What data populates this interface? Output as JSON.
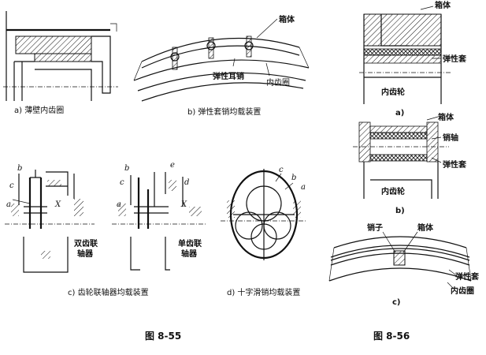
{
  "fig855": {
    "caption_a": "a)  薄壁内齿圈",
    "caption_b": "b) 弹性套销均载装置",
    "caption_c": "c)  齿轮联轴器均载装置",
    "caption_d": "d)  十字滑销均载装置",
    "title": "图  8-55",
    "b_labels": {
      "box": "箱体",
      "pin": "弹性耳销",
      "ring": "内齿圈"
    },
    "c_labels": {
      "b": "b",
      "c": "c",
      "a": "a",
      "x": "X",
      "coupler_1": "双齿联",
      "coupler_2": "轴器"
    },
    "c2_labels": {
      "b": "b",
      "c": "c",
      "e": "e",
      "d": "d",
      "a": "a",
      "x": "X",
      "coupler_1": "单齿联",
      "coupler_2": "轴器"
    },
    "d_labels": {
      "c": "c",
      "b": "b",
      "a": "a"
    }
  },
  "fig856": {
    "title": "图  8-56",
    "a_labels": {
      "box": "箱体",
      "sleeve": "弹性套",
      "gear": "内齿轮",
      "sub": "a)"
    },
    "b_labels": {
      "box": "箱体",
      "pin": "销轴",
      "sleeve": "弹性套",
      "gear": "内齿轮",
      "sub": "b)"
    },
    "c_labels": {
      "pin": "销子",
      "box": "箱体",
      "sleeve": "弹性套",
      "ring": "内齿圈",
      "sub": "c)"
    }
  }
}
